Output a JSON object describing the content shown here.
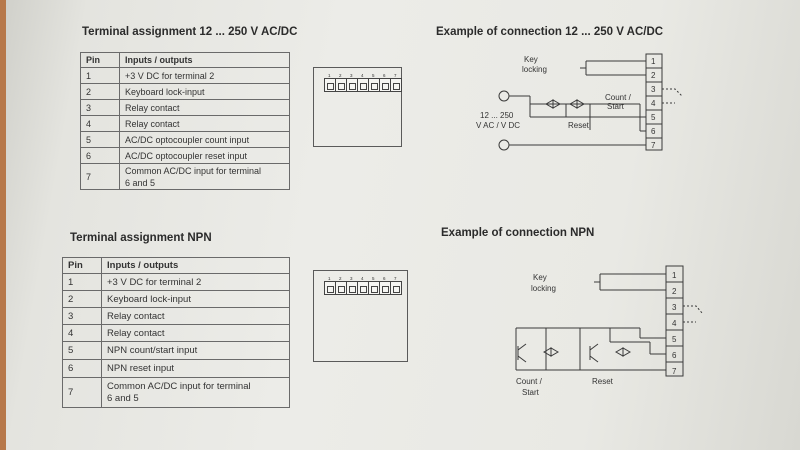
{
  "section1": {
    "title": "Terminal assignment 12 ... 250 V AC/DC",
    "header": [
      "Pin",
      "Inputs / outputs"
    ],
    "rows": [
      [
        "1",
        "+3 V DC for terminal 2"
      ],
      [
        "2",
        "Keyboard lock-input"
      ],
      [
        "3",
        "Relay contact"
      ],
      [
        "4",
        "Relay contact"
      ],
      [
        "5",
        "AC/DC optocoupler count input"
      ],
      [
        "6",
        "AC/DC optocoupler reset input"
      ],
      [
        "7",
        "Common AC/DC input for terminal",
        "6 and 5"
      ]
    ],
    "connector_pins": [
      "1",
      "2",
      "3",
      "4",
      "5",
      "6",
      "7"
    ]
  },
  "section2": {
    "title": "Terminal assignment NPN",
    "header": [
      "Pin",
      "Inputs / outputs"
    ],
    "rows": [
      [
        "1",
        "+3 V DC for terminal 2"
      ],
      [
        "2",
        "Keyboard lock-input"
      ],
      [
        "3",
        "Relay contact"
      ],
      [
        "4",
        "Relay contact"
      ],
      [
        "5",
        "NPN count/start input"
      ],
      [
        "6",
        "NPN reset input"
      ],
      [
        "7",
        "Common AC/DC input for terminal",
        "6 and 5"
      ]
    ],
    "connector_pins": [
      "1",
      "2",
      "3",
      "4",
      "5",
      "6",
      "7"
    ]
  },
  "diagram1": {
    "title": "Example of connection 12 ... 250 V AC/DC",
    "key_label": [
      "Key",
      "locking"
    ],
    "count_label": [
      "Count /",
      "Start"
    ],
    "reset_label": "Reset",
    "voltage_label": [
      "12 ... 250",
      "V AC / V DC"
    ],
    "terminals": [
      "1",
      "2",
      "3",
      "4",
      "5",
      "6",
      "7"
    ]
  },
  "diagram2": {
    "title": "Example of connection NPN",
    "key_label": [
      "Key",
      "locking"
    ],
    "count_label": [
      "Count /",
      "Start"
    ],
    "reset_label": "Reset",
    "terminals": [
      "1",
      "2",
      "3",
      "4",
      "5",
      "6",
      "7"
    ]
  }
}
